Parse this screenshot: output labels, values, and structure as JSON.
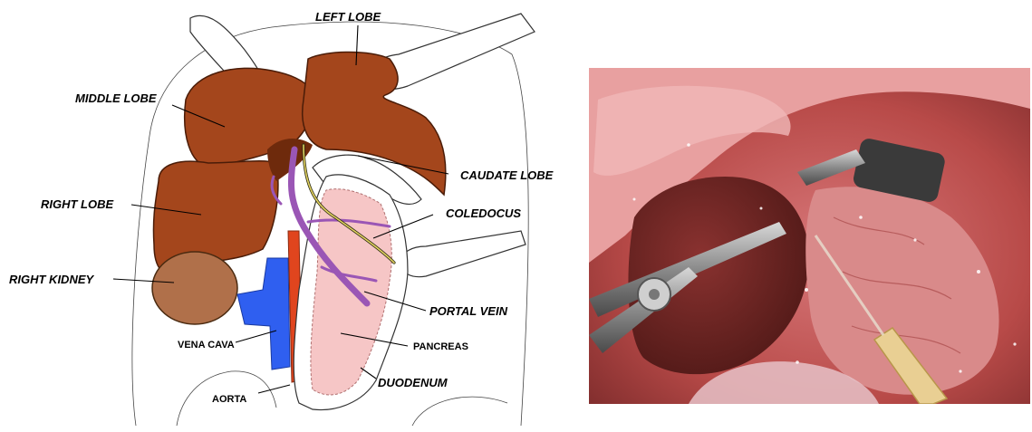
{
  "diagram": {
    "labels": {
      "left_lobe": "LEFT LOBE",
      "middle_lobe": "MIDDLE LOBE",
      "caudate_lobe": "CAUDATE LOBE",
      "right_lobe": "RIGHT LOBE",
      "coledocus": "COLEDOCUS",
      "right_kidney": "RIGHT KIDNEY",
      "portal_vein": "PORTAL VEIN",
      "vena_cava": "VENA CAVA",
      "pancreas": "PANCREAS",
      "duodenum": "DUODENUM",
      "aorta": "AORTA"
    },
    "colors": {
      "liver": "#a4461c",
      "liver_dark": "#6e2a0c",
      "kidney": "#b0704a",
      "vena_cava": "#2f5ff0",
      "aorta": "#e0451e",
      "portal_vein": "#9a56b5",
      "bile_duct": "#e0d060",
      "pancreas": "#f6c6c6",
      "duodenum": "#ffffff"
    }
  },
  "photo": {
    "subject": "surgical-photo-liver",
    "colors": {
      "tissue_light": "#e8a0a0",
      "tissue_mid": "#b84a48",
      "liver": "#6c2422",
      "clamp": "#8a8a8a",
      "catheter": "#e9cf93"
    }
  }
}
